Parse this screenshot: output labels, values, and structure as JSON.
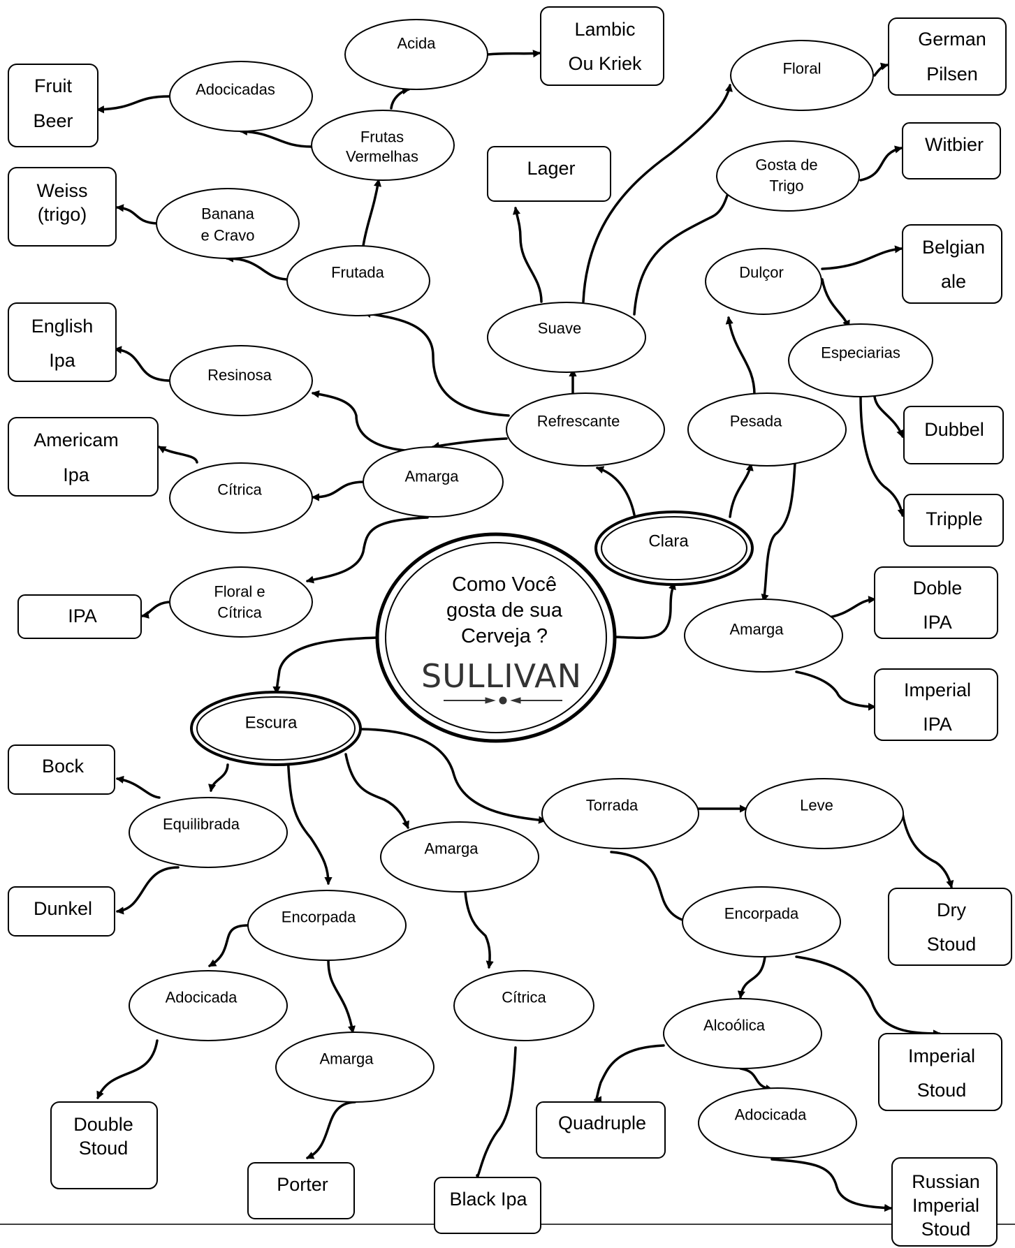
{
  "center": {
    "lines": [
      "Como Você",
      "gosta de sua",
      "Cerveja ?"
    ],
    "logo": "SULLIVAN"
  },
  "nodes": {
    "clara": "Clara",
    "escura": "Escura",
    "refrescante": "Refrescante",
    "pesada": "Pesada",
    "suave": "Suave",
    "amarga_clara": "Amarga",
    "frutada": "Frutada",
    "frutas_vermelhas": [
      "Frutas",
      "Vermelhas"
    ],
    "acida": "Acida",
    "adocicadas": "Adocicadas",
    "banana_cravo": [
      "Banana",
      "e Cravo"
    ],
    "resinosa": "Resinosa",
    "citrica_clara": "Cítrica",
    "floral_citrica": [
      "Floral e",
      "Cítrica"
    ],
    "floral": "Floral",
    "gosta_trigo": [
      "Gosta de",
      "Trigo"
    ],
    "dulcor": "Dulçor",
    "especiarias": "Especiarias",
    "amarga_pesada": "Amarga",
    "equilibrada": "Equilibrada",
    "encorpada_escura": "Encorpada",
    "amarga_escura": "Amarga",
    "torrada": "Torrada",
    "leve": "Leve",
    "encorpada_torrada": "Encorpada",
    "adocicada_escura": "Adocicada",
    "amarga_encorpada": "Amarga",
    "citrica_escura": "Cítrica",
    "alcoolica": "Alcoólica",
    "adocicada_alcoolica": "Adocicada"
  },
  "beers": {
    "lambic": [
      "Lambic",
      "Ou Kriek"
    ],
    "fruit_beer": [
      "Fruit",
      "Beer"
    ],
    "weiss": [
      "Weiss",
      "(trigo)"
    ],
    "english_ipa": [
      "English",
      "Ipa"
    ],
    "american_ipa": [
      "Americam",
      "Ipa"
    ],
    "ipa": "IPA",
    "lager": "Lager",
    "german_pilsen": [
      "German",
      "Pilsen"
    ],
    "witbier": "Witbier",
    "belgian_ale": [
      "Belgian",
      "ale"
    ],
    "dubbel": "Dubbel",
    "tripple": "Tripple",
    "doble_ipa": [
      "Doble",
      "IPA"
    ],
    "imperial_ipa": [
      "Imperial",
      "IPA"
    ],
    "bock": "Bock",
    "dunkel": "Dunkel",
    "dry_stout": [
      "Dry",
      "Stoud"
    ],
    "imperial_stout": [
      "Imperial",
      "Stoud"
    ],
    "double_stout": [
      "Double",
      "Stoud"
    ],
    "porter": "Porter",
    "black_ipa": "Black Ipa",
    "quadruple": "Quadruple",
    "russian_imperial_stout": [
      "Russian",
      "Imperial",
      "Stoud"
    ]
  }
}
